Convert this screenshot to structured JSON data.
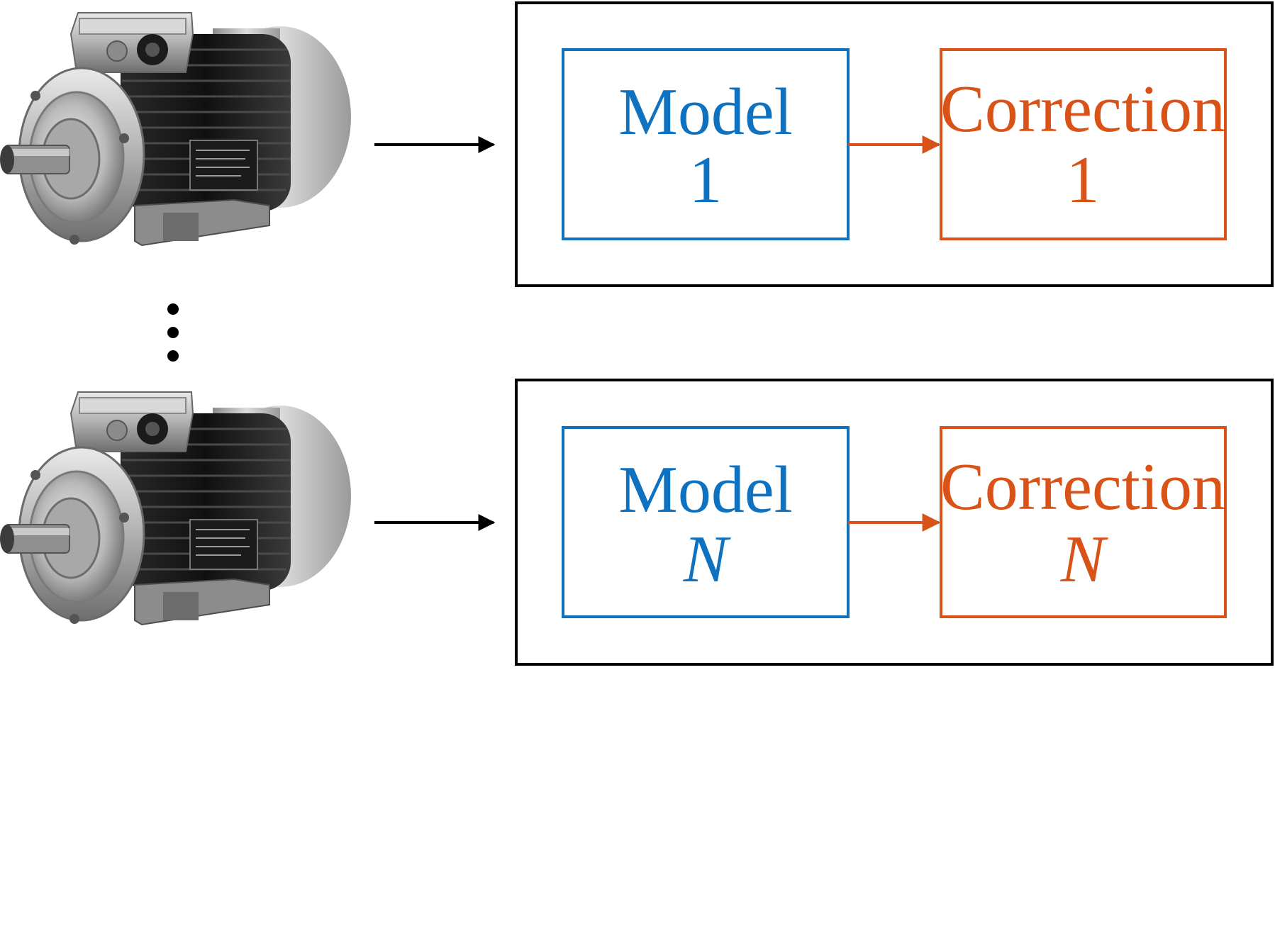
{
  "colors": {
    "model": "#0e72c0",
    "correction": "#d95319",
    "frame": "#000000",
    "arrow": "#000000"
  },
  "icons": {
    "motor": "electric-motor-icon",
    "ellipsis": "vertical-ellipsis-icon"
  },
  "rows": [
    {
      "model_label": "Model",
      "model_index": "1",
      "correction_label": "Correction",
      "correction_index": "1",
      "index_italic": false
    },
    {
      "model_label": "Model",
      "model_index": "N",
      "correction_label": "Correction",
      "correction_index": "N",
      "index_italic": true
    }
  ]
}
